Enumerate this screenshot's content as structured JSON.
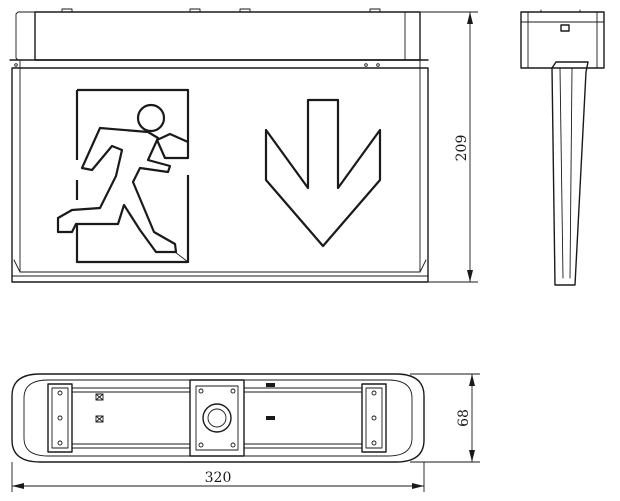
{
  "dimensions": {
    "height_label": "209",
    "depth_label": "68",
    "width_label": "320"
  },
  "colors": {
    "line": "#1a1a1a",
    "background": "#ffffff"
  },
  "icons": {
    "running_man": "running-man-icon",
    "down_arrow": "down-arrow-icon"
  }
}
